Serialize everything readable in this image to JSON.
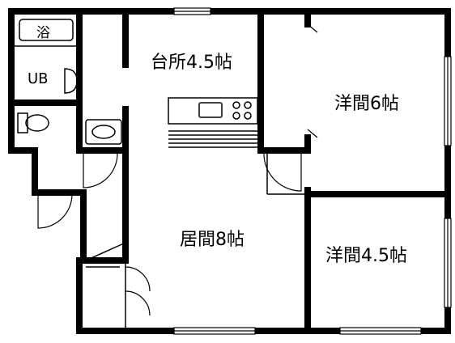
{
  "rooms": {
    "bath": "浴",
    "unit_bath": "UB",
    "kitchen": "台所4.5帖",
    "western_room_1": "洋間6帖",
    "living_room": "居間8帖",
    "western_room_2": "洋間4.5帖"
  }
}
